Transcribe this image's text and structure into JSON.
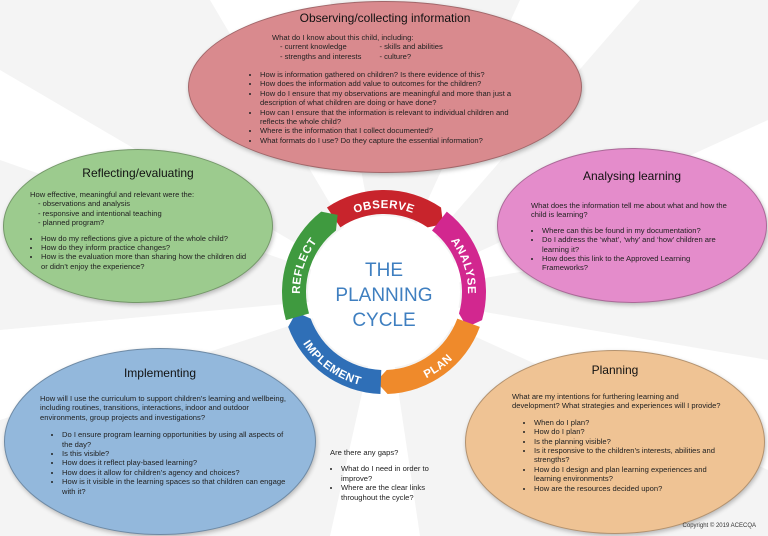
{
  "observing": {
    "title": "Observing/collecting information",
    "intro": "What do I know about this child, including:",
    "col1": [
      "- current knowledge",
      "- strengths and interests"
    ],
    "col2": [
      "- skills and abilities",
      "- culture?"
    ],
    "bullets": [
      "How is information gathered on children? Is there evidence of this?",
      "How does the information add value to outcomes for the children?",
      "How do I ensure that my observations are meaningful and more than just a description of what children are doing or have done?",
      "How can I ensure that the information is relevant to individual children and reflects the whole child?",
      "Where is the information that I collect documented?",
      "What formats do I use? Do they capture the essential information?"
    ],
    "color": "#d98a8e"
  },
  "analysing": {
    "title": "Analysing learning",
    "intro": "What does the information tell me about what and how the child is learning?",
    "bullets": [
      "Where can this be found in my documentation?",
      "Do I address the ‘what’, ‘why’ and ‘how’ children are learning it?",
      "How does this link to the Approved Learning Frameworks?"
    ],
    "color": "#e48ccb"
  },
  "reflecting": {
    "title": "Reflecting/evaluating",
    "intro": "How effective, meaningful and relevant were the:",
    "list": [
      "- observations and analysis",
      "- responsive and intentional teaching",
      "- planned program?"
    ],
    "bullets": [
      "How do my reflections give a picture of the whole child?",
      "How do they inform practice changes?",
      "How is the evaluation more than sharing how the children did or didn’t enjoy the experience?"
    ],
    "color": "#9ccb8e"
  },
  "implementing": {
    "title": "Implementing",
    "intro": "How will I use the curriculum to support children’s learning and wellbeing, including routines, transitions, interactions, indoor and outdoor environments, group projects and investigations?",
    "bullets": [
      "Do I ensure program learning opportunities by using all aspects of the day?",
      "Is this visible?",
      "How does it reflect play-based learning?",
      "How does it allow for children’s agency and choices?",
      "How is it visible in the learning spaces so that children can engage with it?"
    ],
    "color": "#93b8dc"
  },
  "planning": {
    "title": "Planning",
    "intro": "What are my intentions for furthering learning and development? What strategies and experiences will I provide?",
    "bullets": [
      "When do I plan?",
      "How do I plan?",
      "Is the planning visible?",
      "Is it responsive to the children’s interests, abilities and strengths?",
      "How do I design and plan learning experiences and learning environments?",
      "How are the resources decided upon?"
    ],
    "color": "#efc394"
  },
  "gaps": {
    "title": "Are there any gaps?",
    "bullets": [
      "What do I need in order to improve?",
      "Where are the clear links throughout the cycle?"
    ]
  },
  "cycle": {
    "center_line1": "THE",
    "center_line2": "PLANNING",
    "center_line3": "CYCLE",
    "segments": [
      {
        "label": "OBSERVE",
        "color": "#c8242c"
      },
      {
        "label": "ANALYSE",
        "color": "#d2278f"
      },
      {
        "label": "PLAN",
        "color": "#ef8a2b"
      },
      {
        "label": "IMPLEMENT",
        "color": "#2f6fb7"
      },
      {
        "label": "REFLECT",
        "color": "#3f9a3f"
      }
    ],
    "center_color": "#3f7fc0"
  },
  "copyright": "Copyright © 2019 ACECQA"
}
